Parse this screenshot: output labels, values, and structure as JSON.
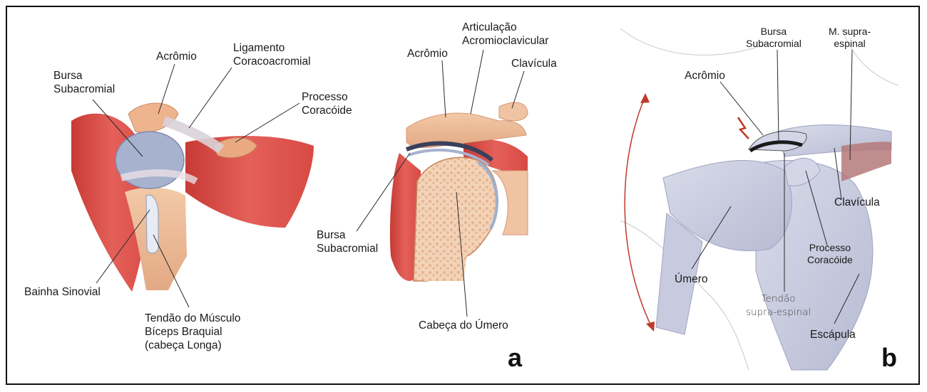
{
  "panel_a": {
    "letter": "a",
    "left_figure": {
      "acromio": "Acrômio",
      "bursa": [
        "Bursa",
        "Subacromial"
      ],
      "ligamento": [
        "Ligamento",
        "Coracoacromial"
      ],
      "processo": [
        "Processo",
        "Coracóide"
      ],
      "bainha": "Bainha Sinovial",
      "tendao": [
        "Tendão do Músculo",
        "Bíceps Braquial",
        "(cabeça Longa)"
      ]
    },
    "right_figure": {
      "articulacao": [
        "Articulação",
        "Acromioclavicular"
      ],
      "acromio": "Acrômio",
      "clavicula": "Clavícula",
      "bursa": [
        "Bursa",
        "Subacromial"
      ],
      "cabeca": "Cabeça do Úmero"
    }
  },
  "panel_b": {
    "letter": "b",
    "bursa": [
      "Bursa",
      "Subacromial"
    ],
    "supra": [
      "M. supra-",
      "espinal"
    ],
    "acromio": "Acrômio",
    "clavicula": "Clavícula",
    "processo": [
      "Processo",
      "Coracóide"
    ],
    "umero": "Úmero",
    "tendao": [
      "Tendão",
      "supra-espinal"
    ],
    "escapula": "Escápula"
  }
}
